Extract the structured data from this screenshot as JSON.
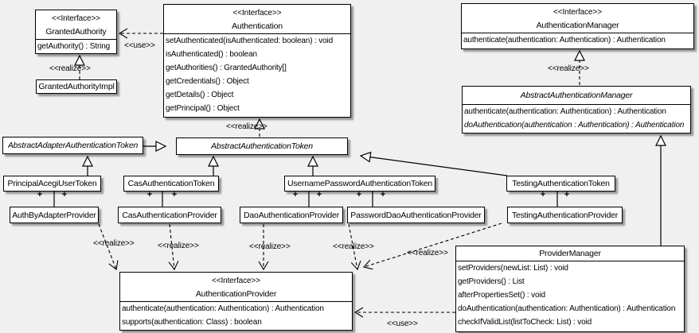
{
  "labels": {
    "use": "<<use>>",
    "realize": "<<realize>>",
    "plus": "+"
  },
  "colors": {
    "background": "#f0f0f0",
    "box_fill": "#ffffff",
    "box_border": "#000000",
    "text": "#000000"
  },
  "classes": {
    "granted_authority": {
      "stereotype": "<<Interface>>",
      "name": "GrantedAuthority",
      "methods": [
        "getAuthority() : String"
      ]
    },
    "granted_authority_impl": {
      "name": "GrantedAuthorityImpl"
    },
    "authentication": {
      "stereotype": "<<Interface>>",
      "name": "Authentication",
      "methods": [
        "setAuthenticated(isAuthenticated: boolean) : void",
        "isAuthenticated() : boolean",
        "getAuthorities() : GrantedAuthority[]",
        "getCredentials() : Object",
        "getDetails() : Object",
        "getPrincipal() : Object"
      ]
    },
    "authentication_manager": {
      "stereotype": "<<Interface>>",
      "name": "AuthenticationManager",
      "methods": [
        "authenticate(authentication: Authentication) : Authentication"
      ]
    },
    "abstract_authentication_manager": {
      "name": "AbstractAuthenticationManager",
      "methods": [
        "authenticate(authentication: Authentication) : Authentication",
        "doAuthentication(authentication : Authentication) : Authentication"
      ]
    },
    "abstract_adapter_authentication_token": {
      "name": "AbstractAdapterAuthenticationToken"
    },
    "abstract_authentication_token": {
      "name": "AbstractAuthenticationToken"
    },
    "principal_acegi_user_token": {
      "name": "PrincipalAcegiUserToken"
    },
    "cas_authentication_token": {
      "name": "CasAuthenticationToken"
    },
    "username_password_authentication_token": {
      "name": "UsernamePasswordAuthenticationToken"
    },
    "testing_authentication_token": {
      "name": "TestingAuthenticationToken"
    },
    "auth_by_adapter_provider": {
      "name": "AuthByAdapterProvider"
    },
    "cas_authentication_provider": {
      "name": "CasAuthenticationProvider"
    },
    "dao_authentication_provider": {
      "name": "DaoAuthenticationProvider"
    },
    "password_dao_authentication_provider": {
      "name": "PasswordDaoAuthenticationProvider"
    },
    "testing_authentication_provider": {
      "name": "TestingAuthenticationProvider"
    },
    "authentication_provider": {
      "stereotype": "<<Interface>>",
      "name": "AuthenticationProvider",
      "methods": [
        "authenticate(authentication: Authentication) : Authentication",
        "supports(authentication: Class) : boolean"
      ]
    },
    "provider_manager": {
      "name": "ProviderManager",
      "methods": [
        "setProviders(newList: List) : void",
        "getProviders() : List",
        "afterPropertiesSet() : void",
        "doAuthentication(authentication: Authentication) : Authentication",
        "checkIfValidList(listToCheck: List) : void"
      ]
    }
  }
}
